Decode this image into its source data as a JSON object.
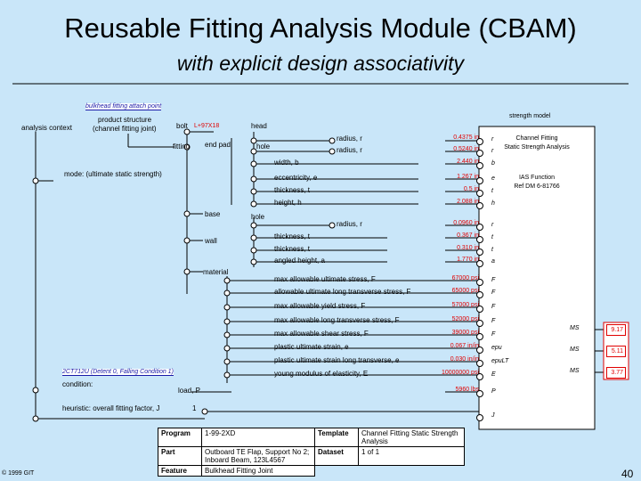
{
  "title": "Reusable Fitting Analysis Module (CBAM)",
  "subtitle": "with explicit design associativity",
  "diagram": {
    "top_tag": "bulkhead fitting attach point",
    "analysis_context": "analysis context",
    "product_structure_1": "product structure",
    "product_structure_2": "(channel fitting joint)",
    "bolt": "bolt",
    "bolt_id": "L+97X18",
    "head": "head",
    "fitting": "fitting",
    "end_pad": "end pad",
    "hole": "hole",
    "mode": "mode: (ultimate static strength)",
    "base": "base",
    "base_hole": "hole",
    "wall": "wall",
    "material": "material",
    "strength_model": "strength model",
    "condition_tag": "2CT712U (Detent 0, Falling Condition 1)",
    "condition": "condition:",
    "load": "load, P",
    "heuristic": "heuristic: overall fitting factor, J",
    "heuristic_value": "1"
  },
  "attributes": [
    {
      "label": "radius, r",
      "value": "0.4375 in",
      "sym": "r"
    },
    {
      "label": "radius, r",
      "value": "0.5240 in",
      "sym": "r"
    },
    {
      "label": "width, b",
      "value": "2.440 in",
      "sym": "b"
    },
    {
      "label": "eccentricity, e",
      "value": "1.267 in",
      "sym": "e"
    },
    {
      "label": "thickness, t",
      "value": "0.5 in",
      "sym": "t"
    },
    {
      "label": "height, h",
      "value": "2.088 in",
      "sym": "h"
    },
    {
      "label": "radius, r",
      "value": "0.0960 in",
      "sym": "r"
    },
    {
      "label": "thickness, t",
      "value": "0.367 in",
      "sym": "t"
    },
    {
      "label": "thickness, t",
      "value": "0.310 in",
      "sym": "t"
    },
    {
      "label": "angled height, a",
      "value": "1.770 in",
      "sym": "a"
    },
    {
      "label": "max allowable ultimate stress, F",
      "value": "67000 psi",
      "sym": "F"
    },
    {
      "label": "allowable ultimate long transverse stress, F",
      "value": "65000 psi",
      "sym": "F"
    },
    {
      "label": "max allowable yield stress, F",
      "value": "57000 psi",
      "sym": "F"
    },
    {
      "label": "max allowable long transverse stress, F",
      "value": "52000 psi",
      "sym": "F"
    },
    {
      "label": "max allowable shear stress, F",
      "value": "39000 psi",
      "sym": "F"
    },
    {
      "label": "plastic ultimate strain, e",
      "value": "0.067 in/in",
      "sym": "epu"
    },
    {
      "label": "plastic ultimate strain long transverse, e",
      "value": "0.030 in/in",
      "sym": "epuLT"
    },
    {
      "label": "young modulus of elasticity, E",
      "value": "10000000 psi",
      "sym": "E"
    },
    {
      "label": "",
      "value": "5960 lbs",
      "sym": "P"
    },
    {
      "label": "",
      "value": "",
      "sym": "J"
    }
  ],
  "model_box": {
    "title1": "Channel Fitting",
    "title2": "Static Strength Analysis",
    "ias1": "IAS Function",
    "ias2": "Ref DM 6-81766"
  },
  "outputs": [
    {
      "label": "MS",
      "value": "9.17"
    },
    {
      "label": "MS",
      "value": "5.11"
    },
    {
      "label": "MS",
      "value": "3.77"
    }
  ],
  "info_table": {
    "program_label": "Program",
    "program_value": "1-99-2XD",
    "part_label": "Part",
    "part_value": "Outboard TE Flap, Support No 2; Inboard Beam, 123L4567",
    "feature_label": "Feature",
    "feature_value": "Bulkhead Fitting Joint",
    "template_label": "Template",
    "template_value": "Channel Fitting Static Strength Analysis",
    "dataset_label": "Dataset",
    "dataset_value": "1 of 1"
  },
  "footer": {
    "copyright": "© 1999 GIT",
    "page": "40"
  },
  "colors": {
    "background": "#c9e6f9",
    "value_red": "#e00000",
    "tag_blue": "#1a1aa8"
  }
}
